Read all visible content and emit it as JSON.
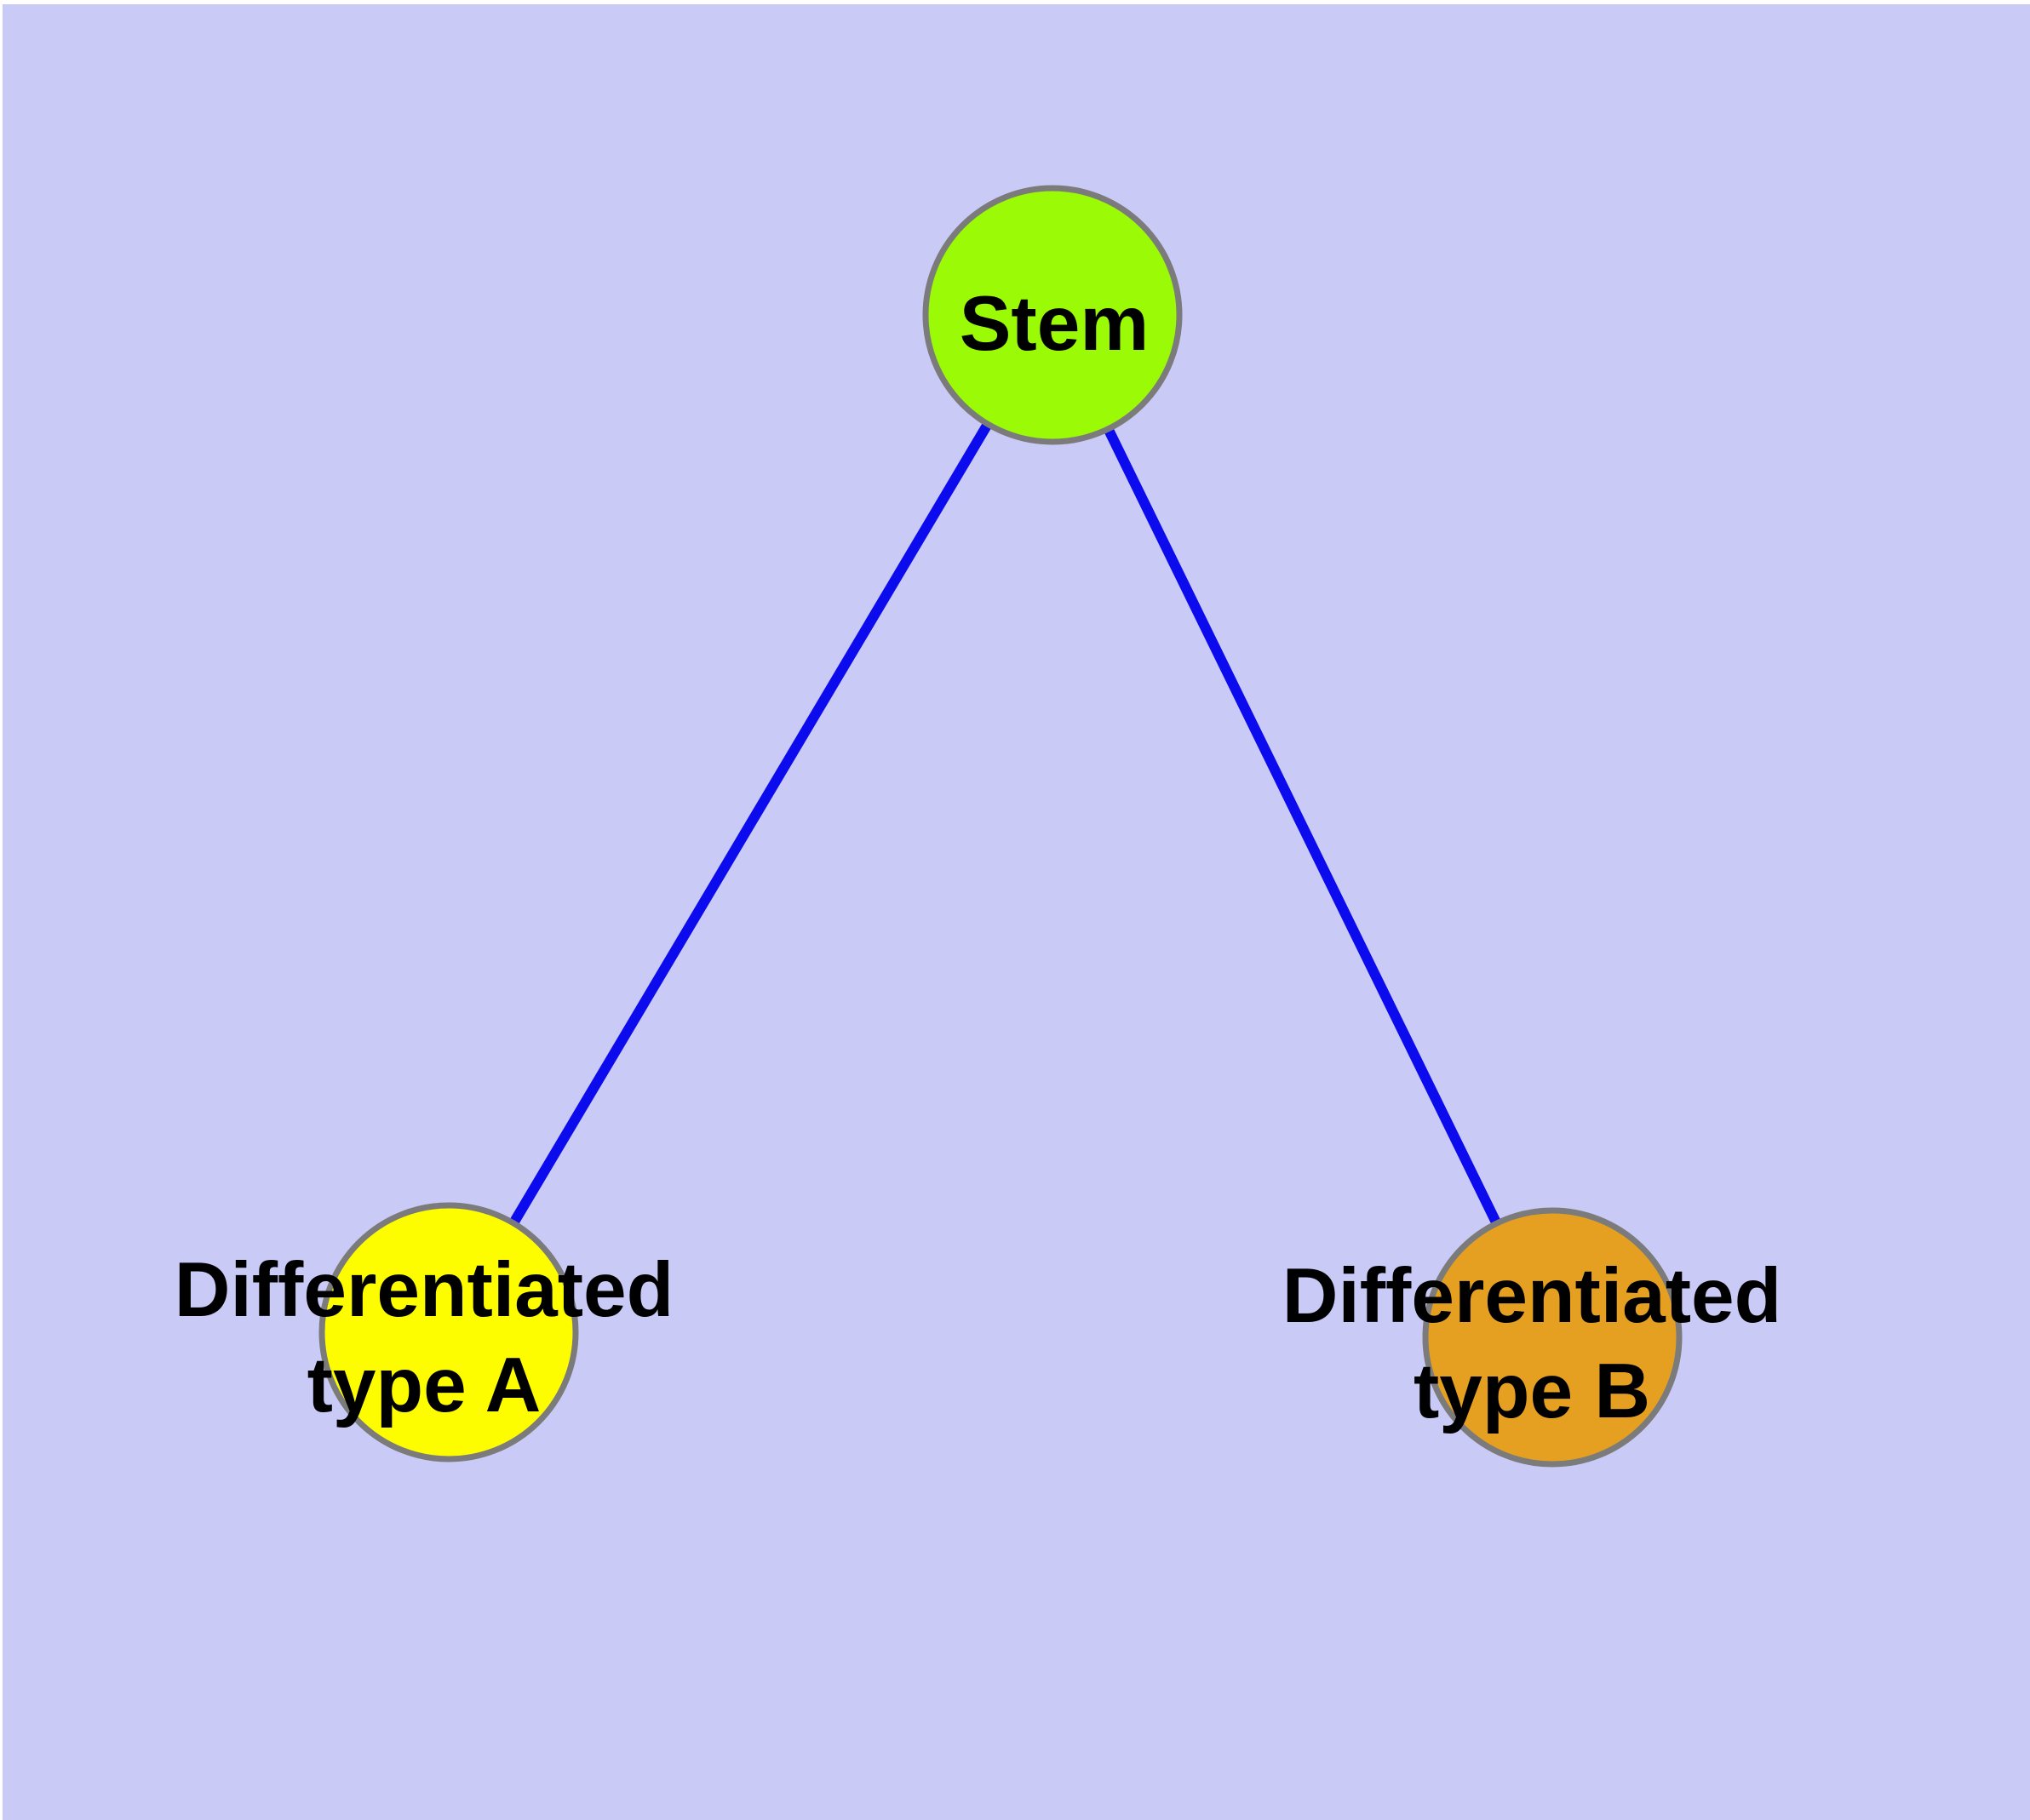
{
  "diagram": {
    "background_color": "#cacaf6",
    "margin_color": "#ffffff",
    "edge_color": "#0b0bee",
    "node_border_color": "#7b7b7b",
    "label_color": "#000000",
    "nodes": [
      {
        "id": "stem",
        "label": "Stem",
        "fill": "#9bfa05",
        "shape": "circle"
      },
      {
        "id": "differentiated-type-a",
        "label": "Differentiated type A",
        "lines": [
          "Differentiated",
          "type A"
        ],
        "fill": "#fdfd00",
        "shape": "circle"
      },
      {
        "id": "differentiated-type-b",
        "label": "Differentiated type B",
        "lines": [
          "Differentiated",
          "type B"
        ],
        "fill": "#e5a021",
        "shape": "circle"
      }
    ],
    "edges": [
      {
        "from": "Stem",
        "to": "Differentiated type A"
      },
      {
        "from": "Stem",
        "to": "Differentiated type B"
      }
    ]
  }
}
